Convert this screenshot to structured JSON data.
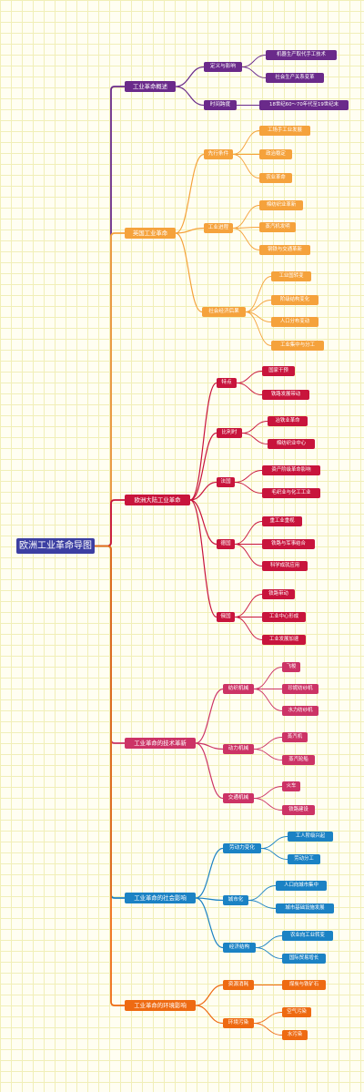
{
  "colors": {
    "root": "#3c3fa2",
    "branches": [
      "#6a2a8a",
      "#f5a23c",
      "#c8143c",
      "#cc3366",
      "#1b82c4",
      "#ee6a12"
    ]
  },
  "mindmap": {
    "root": "欧洲工业革命导图",
    "branches": [
      {
        "label": "工业革命概述",
        "children": [
          {
            "label": "定义与影响",
            "children": [
              "机器生产取代手工技术",
              "社会生产关系变革"
            ]
          },
          {
            "label": "时间跨度",
            "children": [
              "18世纪60～70年代至19世纪末"
            ]
          }
        ]
      },
      {
        "label": "英国工业革命",
        "children": [
          {
            "label": "先行条件",
            "children": [
              "工场手工业发展",
              "政治稳定",
              "农业革命"
            ]
          },
          {
            "label": "工业进程",
            "children": [
              "棉纺织业革新",
              "蒸汽机发明",
              "钢铁与交通革新"
            ]
          },
          {
            "label": "社会经济后果",
            "children": [
              "工业国转变",
              "阶级结构变化",
              "人口分布变动",
              "工业集中与分工"
            ]
          }
        ]
      },
      {
        "label": "欧洲大陆工业革命",
        "children": [
          {
            "label": "特点",
            "children": [
              "国家干预",
              "铁路发展带动"
            ]
          },
          {
            "label": "比利时",
            "children": [
              "冶铁业革命",
              "棉纺织业中心"
            ]
          },
          {
            "label": "法国",
            "children": [
              "资产阶级革命影响",
              "毛织业与化工工业"
            ]
          },
          {
            "label": "德国",
            "children": [
              "重工业重视",
              "铁路与军事结合",
              "科学成就应用"
            ]
          },
          {
            "label": "俄国",
            "children": [
              "铁路带动",
              "工业中心形成",
              "工业发展加速"
            ]
          }
        ]
      },
      {
        "label": "工业革命的技术革新",
        "children": [
          {
            "label": "纺织机械",
            "children": [
              "飞梭",
              "珍妮纺纱机",
              "水力纺纱机"
            ]
          },
          {
            "label": "动力机械",
            "children": [
              "蒸汽机",
              "蒸汽轮船"
            ]
          },
          {
            "label": "交通机械",
            "children": [
              "火车",
              "铁路建设"
            ]
          }
        ]
      },
      {
        "label": "工业革命的社会影响",
        "children": [
          {
            "label": "劳动力变化",
            "children": [
              "工人阶级兴起",
              "劳动分工"
            ]
          },
          {
            "label": "城市化",
            "children": [
              "人口向城市集中",
              "城市基础设施发展"
            ]
          },
          {
            "label": "经济结构",
            "children": [
              "农业向工业转变",
              "国际贸易增长"
            ]
          }
        ]
      },
      {
        "label": "工业革命的环境影响",
        "children": [
          {
            "label": "资源消耗",
            "children": [
              "煤炭与铁矿石"
            ]
          },
          {
            "label": "环境污染",
            "children": [
              "空气污染",
              "水污染"
            ]
          }
        ]
      }
    ]
  }
}
